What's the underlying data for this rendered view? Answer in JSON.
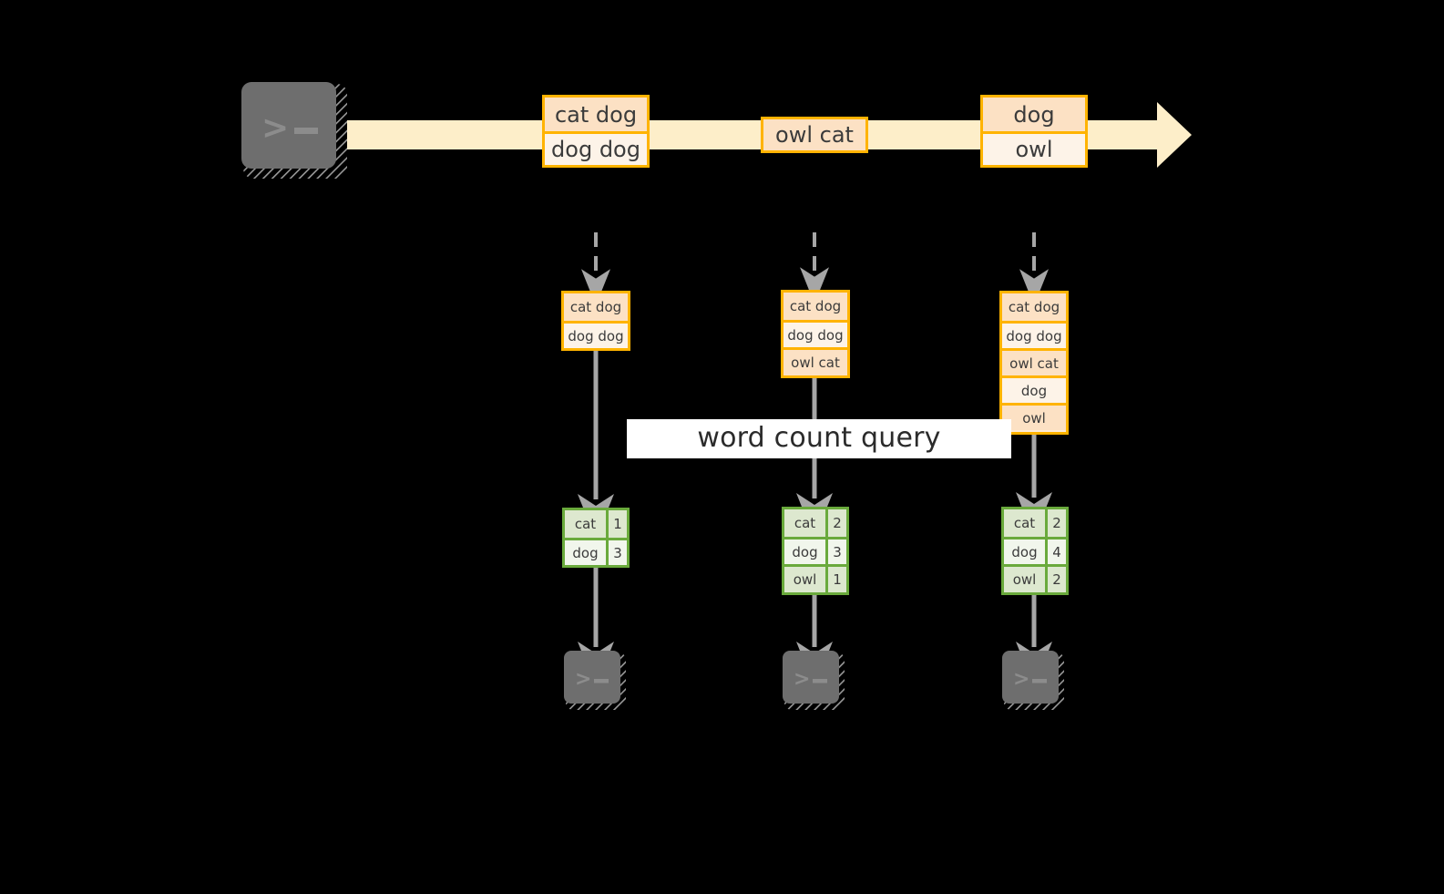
{
  "diagram": {
    "title": "streaming word count query",
    "colors": {
      "background": "#000000",
      "stream_fill": "#fdeec9",
      "message_border": "#ffb300",
      "message_fill_dark": "#fce1c4",
      "message_fill_light": "#fdf3e8",
      "result_border": "#6aaa3c",
      "result_fill_dark": "#dde8cf",
      "result_fill_light": "#f1f6ec",
      "connector": "#a6a6a6",
      "terminal_fill": "#6e6e6e",
      "band_fill": "#ffffff",
      "text": "#3b3b3b"
    },
    "query_label": "word count query",
    "source": {
      "icon": "terminal-icon",
      "glyph_prompt": ">",
      "glyph_cursor": "_"
    },
    "stream": {
      "icon": "right-arrow-icon",
      "messages": [
        {
          "id": "msg-1",
          "lines": [
            "cat dog",
            "dog dog"
          ]
        },
        {
          "id": "msg-2",
          "lines": [
            "owl cat"
          ]
        },
        {
          "id": "msg-3",
          "lines": [
            "dog",
            "owl"
          ]
        }
      ]
    },
    "snapshots": [
      {
        "id": "snapshot-1",
        "input_rows": [
          "cat dog",
          "dog dog"
        ],
        "results": {
          "words": [
            "cat",
            "dog"
          ],
          "counts": [
            "1",
            "3"
          ]
        },
        "sink": {
          "icon": "terminal-icon",
          "glyph_prompt": ">",
          "glyph_cursor": "_"
        }
      },
      {
        "id": "snapshot-2",
        "input_rows": [
          "cat dog",
          "dog dog",
          "owl cat"
        ],
        "results": {
          "words": [
            "cat",
            "dog",
            "owl"
          ],
          "counts": [
            "2",
            "3",
            "1"
          ]
        },
        "sink": {
          "icon": "terminal-icon",
          "glyph_prompt": ">",
          "glyph_cursor": "_"
        }
      },
      {
        "id": "snapshot-3",
        "input_rows": [
          "cat dog",
          "dog dog",
          "owl cat",
          "dog",
          "owl"
        ],
        "results": {
          "words": [
            "cat",
            "dog",
            "owl"
          ],
          "counts": [
            "2",
            "4",
            "2"
          ]
        },
        "sink": {
          "icon": "terminal-icon",
          "glyph_prompt": ">",
          "glyph_cursor": "_"
        }
      }
    ]
  }
}
